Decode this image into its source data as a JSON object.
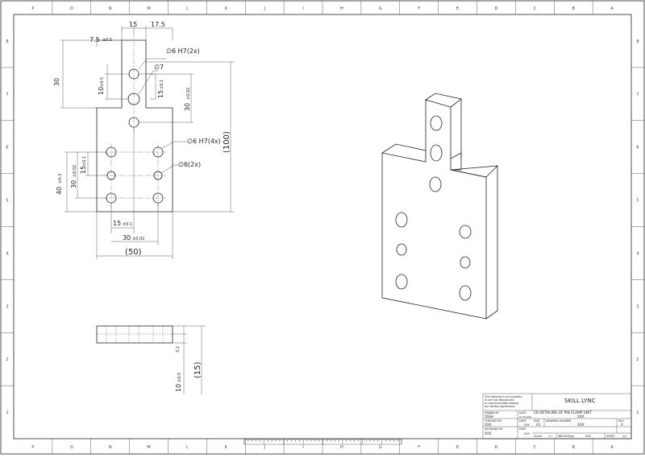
{
  "border": {
    "columns": [
      "P",
      "O",
      "N",
      "M",
      "L",
      "K",
      "J",
      "I",
      "H",
      "G",
      "F",
      "E",
      "D",
      "C",
      "B",
      "A"
    ],
    "rows": [
      "8",
      "7",
      "6",
      "5",
      "4",
      "3",
      "2",
      "1"
    ]
  },
  "top_view": {
    "dim_15": "15",
    "dim_17_5": "17.5",
    "dim_7_5": "7.5",
    "tol_7_5": "±0.5",
    "dim_30_left": "30",
    "dim_10": "10",
    "tol_10": "±0.5",
    "dim_15_hole": "15",
    "tol_15_hole": "±0.1",
    "dim_30_right": "30",
    "tol_30_right": "±0.02",
    "dim_100": "(100)",
    "note_6h7_2x": "∅6 H7(2x)",
    "note_7": "∅7",
    "note_6h7_4x": "∅6 H7(4x)",
    "note_6_2x": "∅6(2x)",
    "dim_40": "40",
    "tol_40": "±0.3",
    "dim_30_vert": "30",
    "tol_30_vert": "±0.02",
    "dim_15_vert": "15",
    "tol_15_vert": "±0.1",
    "dim_15_bottom": "15",
    "tol_15_bottom": "±0.1",
    "dim_30_bottom": "30",
    "tol_30_bottom": "±0.02",
    "dim_50": "(50)"
  },
  "side_view": {
    "dim_3_2": "3.2",
    "dim_10": "10",
    "tol_10": "±0.5",
    "dim_15": "(15)"
  },
  "title_block": {
    "company": "SKILL LYNC",
    "notice": [
      "This drawing is our property.",
      "It can't be reproduced",
      "or communicated without",
      "our written agreement."
    ],
    "drawn_by_label": "DRAWN BY",
    "drawn_by": "YASH",
    "date_label": "DATE",
    "date_value": "01-06-2020",
    "checked_by_label": "CHECKED BY",
    "checked_by": "XXX",
    "date2_label": "DATE",
    "date2_value": "XXX",
    "designed_by_label": "DESIGNED BY",
    "designed_by": "XXX",
    "date3_label": "DATE",
    "date3_value": "XXX",
    "title": "2D DETAILING OF PIN CLAMP UNIT",
    "title_value": "XXX",
    "size_label": "SIZE",
    "size": "A1",
    "drawing_number_label": "DRAWING NUMBER",
    "drawing_number": "XXX",
    "rev_label": "REV",
    "rev": "X",
    "scale_label": "SCALE",
    "scale": "1:1",
    "weight_label": "WEIGHT(kg)",
    "weight": "XXX",
    "sheet_label": "SHEET",
    "sheet": "1/1"
  }
}
